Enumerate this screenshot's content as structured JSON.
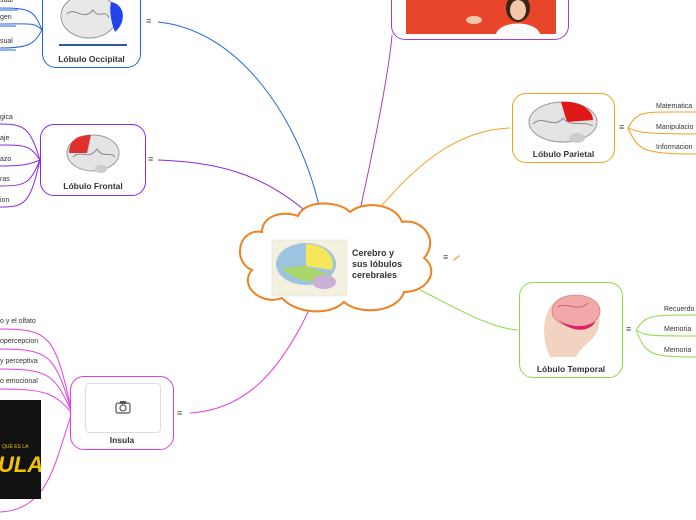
{
  "central": {
    "title_line1": "Cerebro y",
    "title_line2": "sus lóbulos",
    "title_line3": "cerebrales",
    "color": "#f08020"
  },
  "branches": {
    "occipital": {
      "label": "Lóbulo Occipital",
      "color": "#2266dd",
      "leaves": [
        "sual",
        "gen",
        "sual"
      ]
    },
    "frontal": {
      "label": "Lóbulo Frontal",
      "color": "#8a2be2",
      "leaves": [
        "gica",
        "aje",
        "azo",
        "ras",
        "ion"
      ]
    },
    "insula": {
      "label": "Insula",
      "color": "#e040e0",
      "leaves": [
        "o y el olfato",
        "opercepcion",
        "y perceptiva",
        "o emocional"
      ],
      "image_text_line1": "QUÉ ES LA",
      "image_text_line2": "ULA?"
    },
    "parietal": {
      "label": "Lóbulo Parietal",
      "color": "#f0a020",
      "leaves": [
        "Matematica",
        "Manipulacio",
        "Informacion"
      ]
    },
    "temporal": {
      "label": "Lóbulo Temporal",
      "color": "#88dd44",
      "leaves": [
        "Recuerdo",
        "Memoria",
        "Memoria"
      ]
    }
  },
  "menu_glyph": "≡"
}
